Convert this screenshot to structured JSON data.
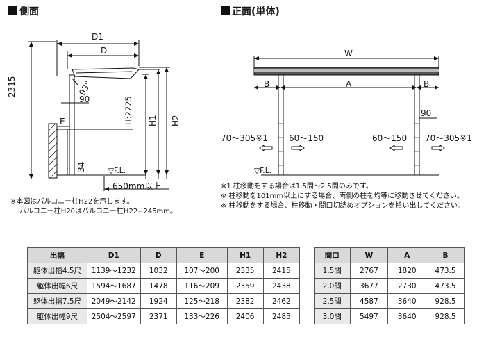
{
  "side_view": {
    "title": "側面",
    "labels": {
      "d1": "D1",
      "d": "D",
      "angle": "93°",
      "dim90": "90",
      "e": "E",
      "h_total": "2315",
      "h2225": "H:2225",
      "h1": "H1",
      "h2": "H2",
      "dim34": "34",
      "fl": "▽F.L.",
      "clearance": "650mm以上"
    },
    "notes": [
      "※本図はバルコニー柱H22を示します。",
      "バルコニー柱H20はバルコニー柱H22−245mm。"
    ]
  },
  "front_view": {
    "title": "正面(単体)",
    "labels": {
      "w": "W",
      "b_left": "B",
      "a": "A",
      "b_right": "B",
      "dim90": "90",
      "left_range": "70〜305※1",
      "inner_left": "60〜150",
      "inner_right": "60〜150",
      "right_range": "70〜305※1",
      "fl": "▽F.L."
    },
    "notes": [
      "※1 柱移動をする場合は1.5間〜2.5間のみです。",
      "※ 柱移動を101mm以上にする場合、両側の柱を均等に移動させてください。",
      "※ 柱移動をする場合、柱移動・間口切詰めオプションを拾い出してください。"
    ]
  },
  "depth_table": {
    "headers": [
      "出幅",
      "D1",
      "D",
      "E",
      "H1",
      "H2"
    ],
    "rows": [
      [
        "躯体出幅4.5尺",
        "1139〜1232",
        "1032",
        "107〜200",
        "2335",
        "2415"
      ],
      [
        "躯体出幅6尺",
        "1594〜1687",
        "1478",
        "116〜209",
        "2359",
        "2438"
      ],
      [
        "躯体出幅7.5尺",
        "2049〜2142",
        "1924",
        "125〜218",
        "2382",
        "2462"
      ],
      [
        "躯体出幅9尺",
        "2504〜2597",
        "2371",
        "133〜226",
        "2406",
        "2485"
      ]
    ]
  },
  "width_table": {
    "headers": [
      "間口",
      "W",
      "A",
      "B"
    ],
    "rows": [
      [
        "1.5間",
        "2767",
        "1820",
        "473.5"
      ],
      [
        "2.0間",
        "3677",
        "2730",
        "473.5"
      ],
      [
        "2.5間",
        "4587",
        "3640",
        "928.5"
      ],
      [
        "3.0間",
        "5497",
        "3640",
        "928.5"
      ]
    ]
  }
}
